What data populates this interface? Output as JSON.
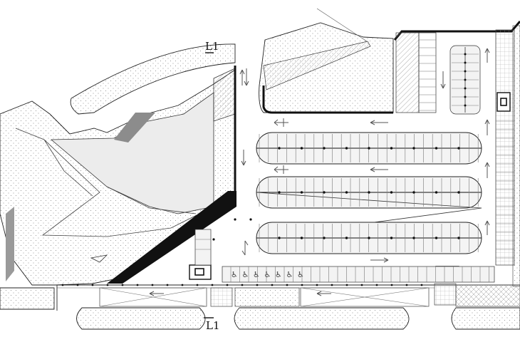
{
  "section_marks": {
    "top": "L1",
    "bottom": "L1"
  },
  "colors": {
    "line": "#222222",
    "wall": "#111111",
    "hatch": "#7a7a7a",
    "stipple": "#8a8a8a",
    "fill_gray": "#b5b5b5",
    "accessible_icon": "#444444"
  },
  "icons": {
    "accessible_spaces": 7,
    "accessible_icon": "wheelchair-icon",
    "stair_icon": "stair-icon"
  }
}
